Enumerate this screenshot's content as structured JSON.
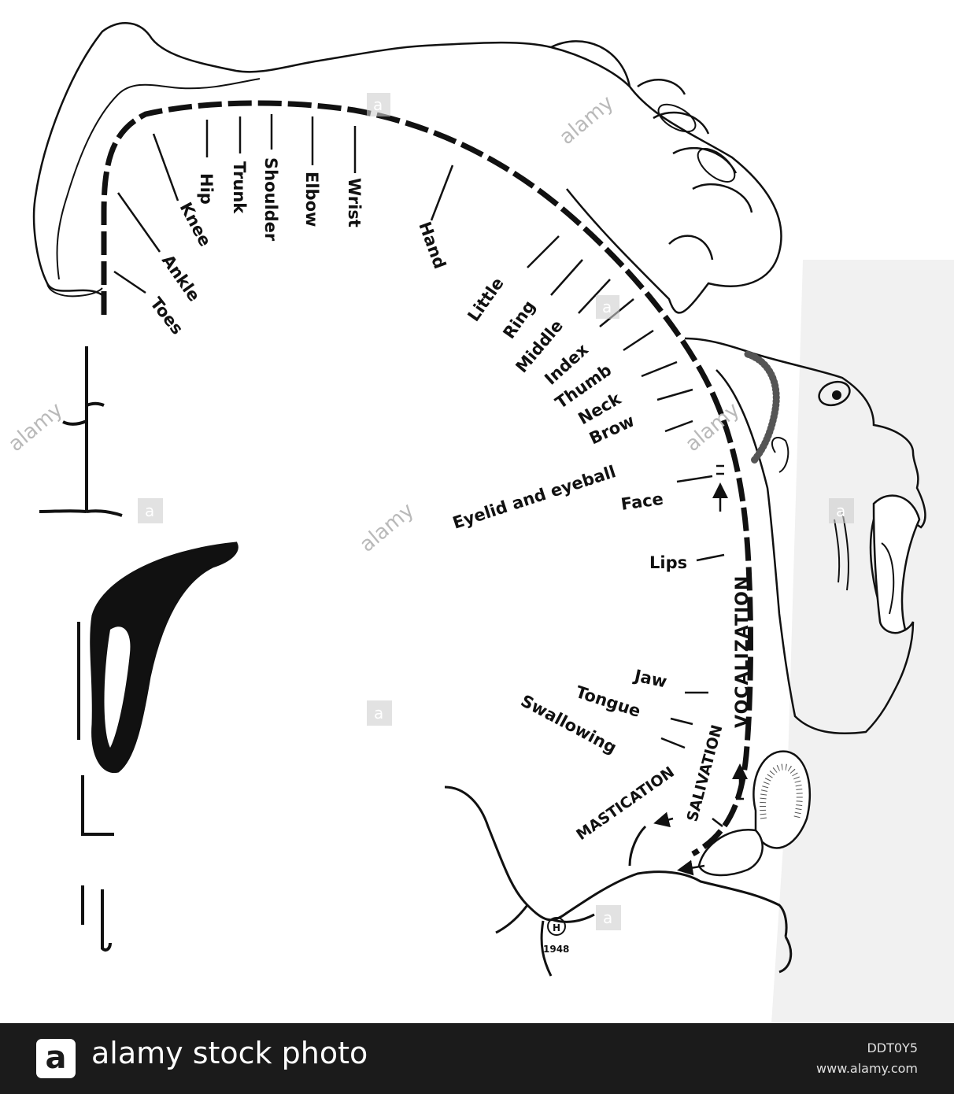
{
  "labels": {
    "toes": "Toes",
    "ankle": "Ankle",
    "knee": "Knee",
    "hip": "Hip",
    "trunk": "Trunk",
    "shoulder": "Shoulder",
    "elbow": "Elbow",
    "wrist": "Wrist",
    "hand": "Hand",
    "little": "Little",
    "ring": "Ring",
    "middle": "Middle",
    "index": "Index",
    "thumb": "Thumb",
    "neck": "Neck",
    "brow": "Brow",
    "eyelid": "Eyelid and eyeball",
    "face": "Face",
    "lips": "Lips",
    "vocalization": "VOCALIZATION",
    "jaw": "Jaw",
    "tongue": "Tongue",
    "swallowing": "Swallowing",
    "salivation": "SALIVATION",
    "mastication": "MASTICATION"
  },
  "signature": {
    "initials": "H",
    "year": "1948"
  },
  "watermark": {
    "text": "alamy",
    "badge": "a"
  },
  "footer": {
    "logo": "a",
    "brand": "alamy stock photo",
    "image_id": "DDT0Y5",
    "url": "www.alamy.com"
  },
  "colors": {
    "ink": "#111111",
    "footer_bg": "#1b1b1b",
    "watermark": "#b9b9b9"
  }
}
